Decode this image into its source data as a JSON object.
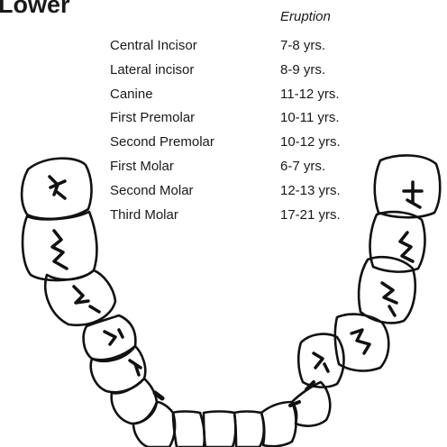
{
  "title": "Lower",
  "column_header": "Eruption",
  "rows": [
    {
      "tooth": "Central Incisor",
      "age": "7-8 yrs."
    },
    {
      "tooth": "Lateral incisor",
      "age": "8-9 yrs."
    },
    {
      "tooth": "Canine",
      "age": "11-12 yrs."
    },
    {
      "tooth": "First Premolar",
      "age": "10-11 yrs."
    },
    {
      "tooth": "Second Premolar",
      "age": "10-12 yrs."
    },
    {
      "tooth": "First Molar",
      "age": "6-7 yrs."
    },
    {
      "tooth": "Second Molar",
      "age": "12-13 yrs."
    },
    {
      "tooth": "Third Molar",
      "age": "17-21 yrs."
    }
  ]
}
